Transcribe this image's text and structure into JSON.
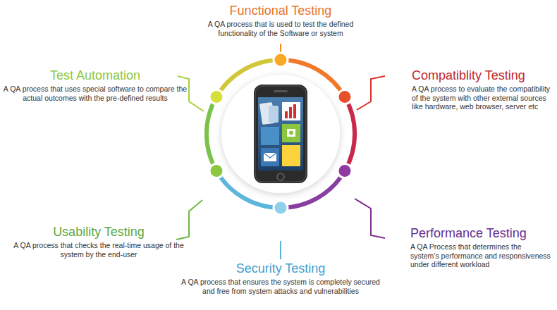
{
  "diagram": {
    "nodes": [
      {
        "text": [
          "Functional Testing",
          "A QA process that is used to test the defined functionality of the Software or system"
        ]
      },
      {
        "text": [
          "Test Automation",
          "A QA process that uses special software to compare the actual outcomes with the pre-defined results"
        ]
      },
      {
        "text": [
          "Compatiblity Testing",
          "A QA process to evaluate the compatibility of the system with other external sources like hardware, web browser, server etc"
        ]
      },
      {
        "text": [
          "Usability Testing",
          "A QA process that checks the real-time usage of the system by the end-user"
        ]
      },
      {
        "text": [
          "Performance Testing",
          "A QA Process that determines the system’s performance and responsiveness under different workload"
        ]
      },
      {
        "text": [
          "Security Testing",
          "A QA process that ensures the system is completely secured and free from system attacks and vulnerabilities"
        ]
      }
    ]
  }
}
